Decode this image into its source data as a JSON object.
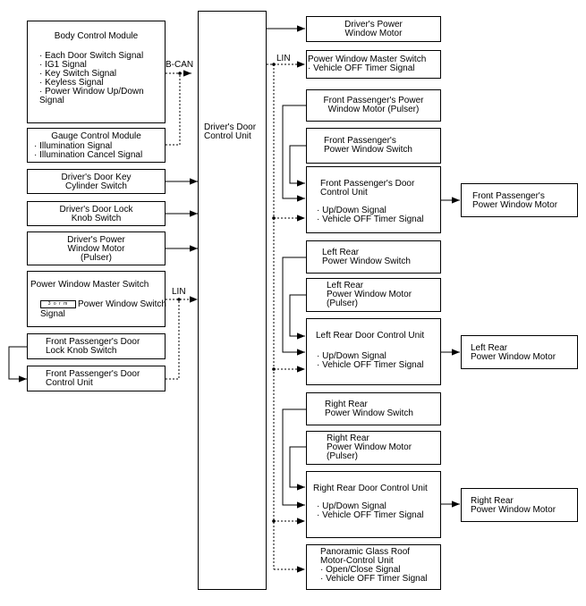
{
  "center": "Driver's Door\nControl Unit",
  "left": {
    "bcm_title": "Body Control Module",
    "bcm_signals": "· Each Door Switch Signal\n· IG1 Signal\n· Key Switch Signal\n· Keyless Signal\n· Power Window Up/Down\nSignal",
    "gcm_title": "Gauge Control Module",
    "gcm_signals": "· Illumination Signal\n· Illumination Cancel Signal",
    "key_cyl": "Driver's Door Key\nCylinder Switch",
    "lock_knob": "Driver's Door Lock\nKnob Switch",
    "pw_motor": "Driver's Power\nWindow Motor\n(Pulser)",
    "master_title": "Power Window Master Switch",
    "master_chip": "3 o r m",
    "master_sig1": "Power Window Switch",
    "master_sig2": "Signal",
    "fp_knob": "Front Passenger's Door\nLock Knob Switch",
    "fp_dcu": "Front Passenger's Door\nControl Unit",
    "bcan": "B-CAN",
    "lin": "LIN"
  },
  "right": {
    "lin": "LIN",
    "drv_motor": "Driver's Power\nWindow Motor",
    "master": "Power Window Master Switch\n· Vehicle OFF Timer Signal",
    "fp_motor_pulser": "Front Passenger's Power\nWindow Motor (Pulser)",
    "fp_switch": "Front Passenger's\nPower Window Switch",
    "fp_dcu_title": "Front Passenger's Door\nControl Unit",
    "fp_dcu_signals": "· Up/Down Signal\n· Vehicle OFF Timer Signal",
    "fp_out": "Front Passenger's\nPower Window Motor",
    "lr_switch": "Left Rear\nPower Window Switch",
    "lr_motor_pulser": "Left Rear\nPower Window Motor\n(Pulser)",
    "lr_dcu_title": "Left Rear Door Control Unit",
    "lr_dcu_signals": "· Up/Down Signal\n· Vehicle OFF Timer Signal",
    "lr_out": "Left Rear\nPower Window Motor",
    "rr_switch": "Right Rear\nPower Window Switch",
    "rr_motor_pulser": "Right Rear\nPower Window Motor\n(Pulser)",
    "rr_dcu_title": "Right Rear Door Control Unit",
    "rr_dcu_signals": "· Up/Down Signal\n· Vehicle OFF Timer Signal",
    "rr_out": "Right Rear\nPower Window Motor",
    "roof": "Panoramic Glass Roof\nMotor-Control Unit\n· Open/Close Signal\n· Vehicle OFF Timer Signal"
  }
}
